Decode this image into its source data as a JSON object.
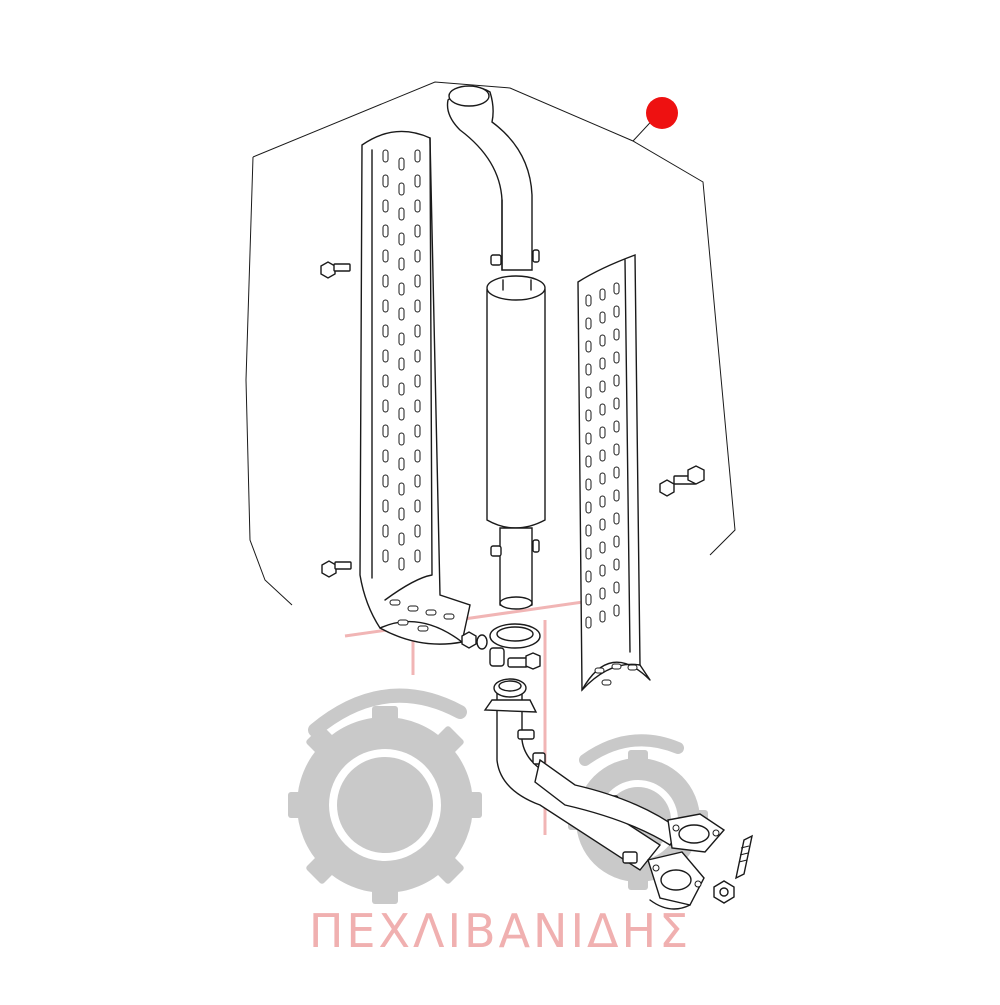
{
  "watermark": {
    "text": "ΠΕΧΛΙΒΑΝΙΔΗΣ",
    "logo_color": "#c9c9c9",
    "text_color": "#f0b0b0"
  },
  "callout": {
    "marker_color": "#ee1111"
  },
  "diagram": {
    "line_color": "#1a1a1a",
    "parts": [
      "exhaust-pipe",
      "muffler",
      "left-heat-shield",
      "right-heat-shield",
      "pipe-clamp",
      "elbow-pipe",
      "manifold-flange",
      "bolts",
      "nuts",
      "stud"
    ]
  }
}
